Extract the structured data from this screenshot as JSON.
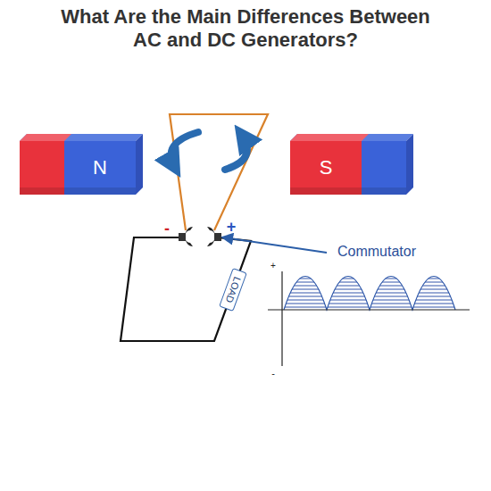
{
  "diagram": {
    "title": "What Are the Main Differences Between AC and DC Generators?",
    "nodes": [
      {
        "text": [
          "N"
        ]
      },
      {
        "text": [
          "S"
        ]
      },
      {
        "text": [
          "LOAD"
        ]
      }
    ],
    "labels": [
      "-",
      "+",
      "Commutator",
      "+",
      "-"
    ]
  }
}
